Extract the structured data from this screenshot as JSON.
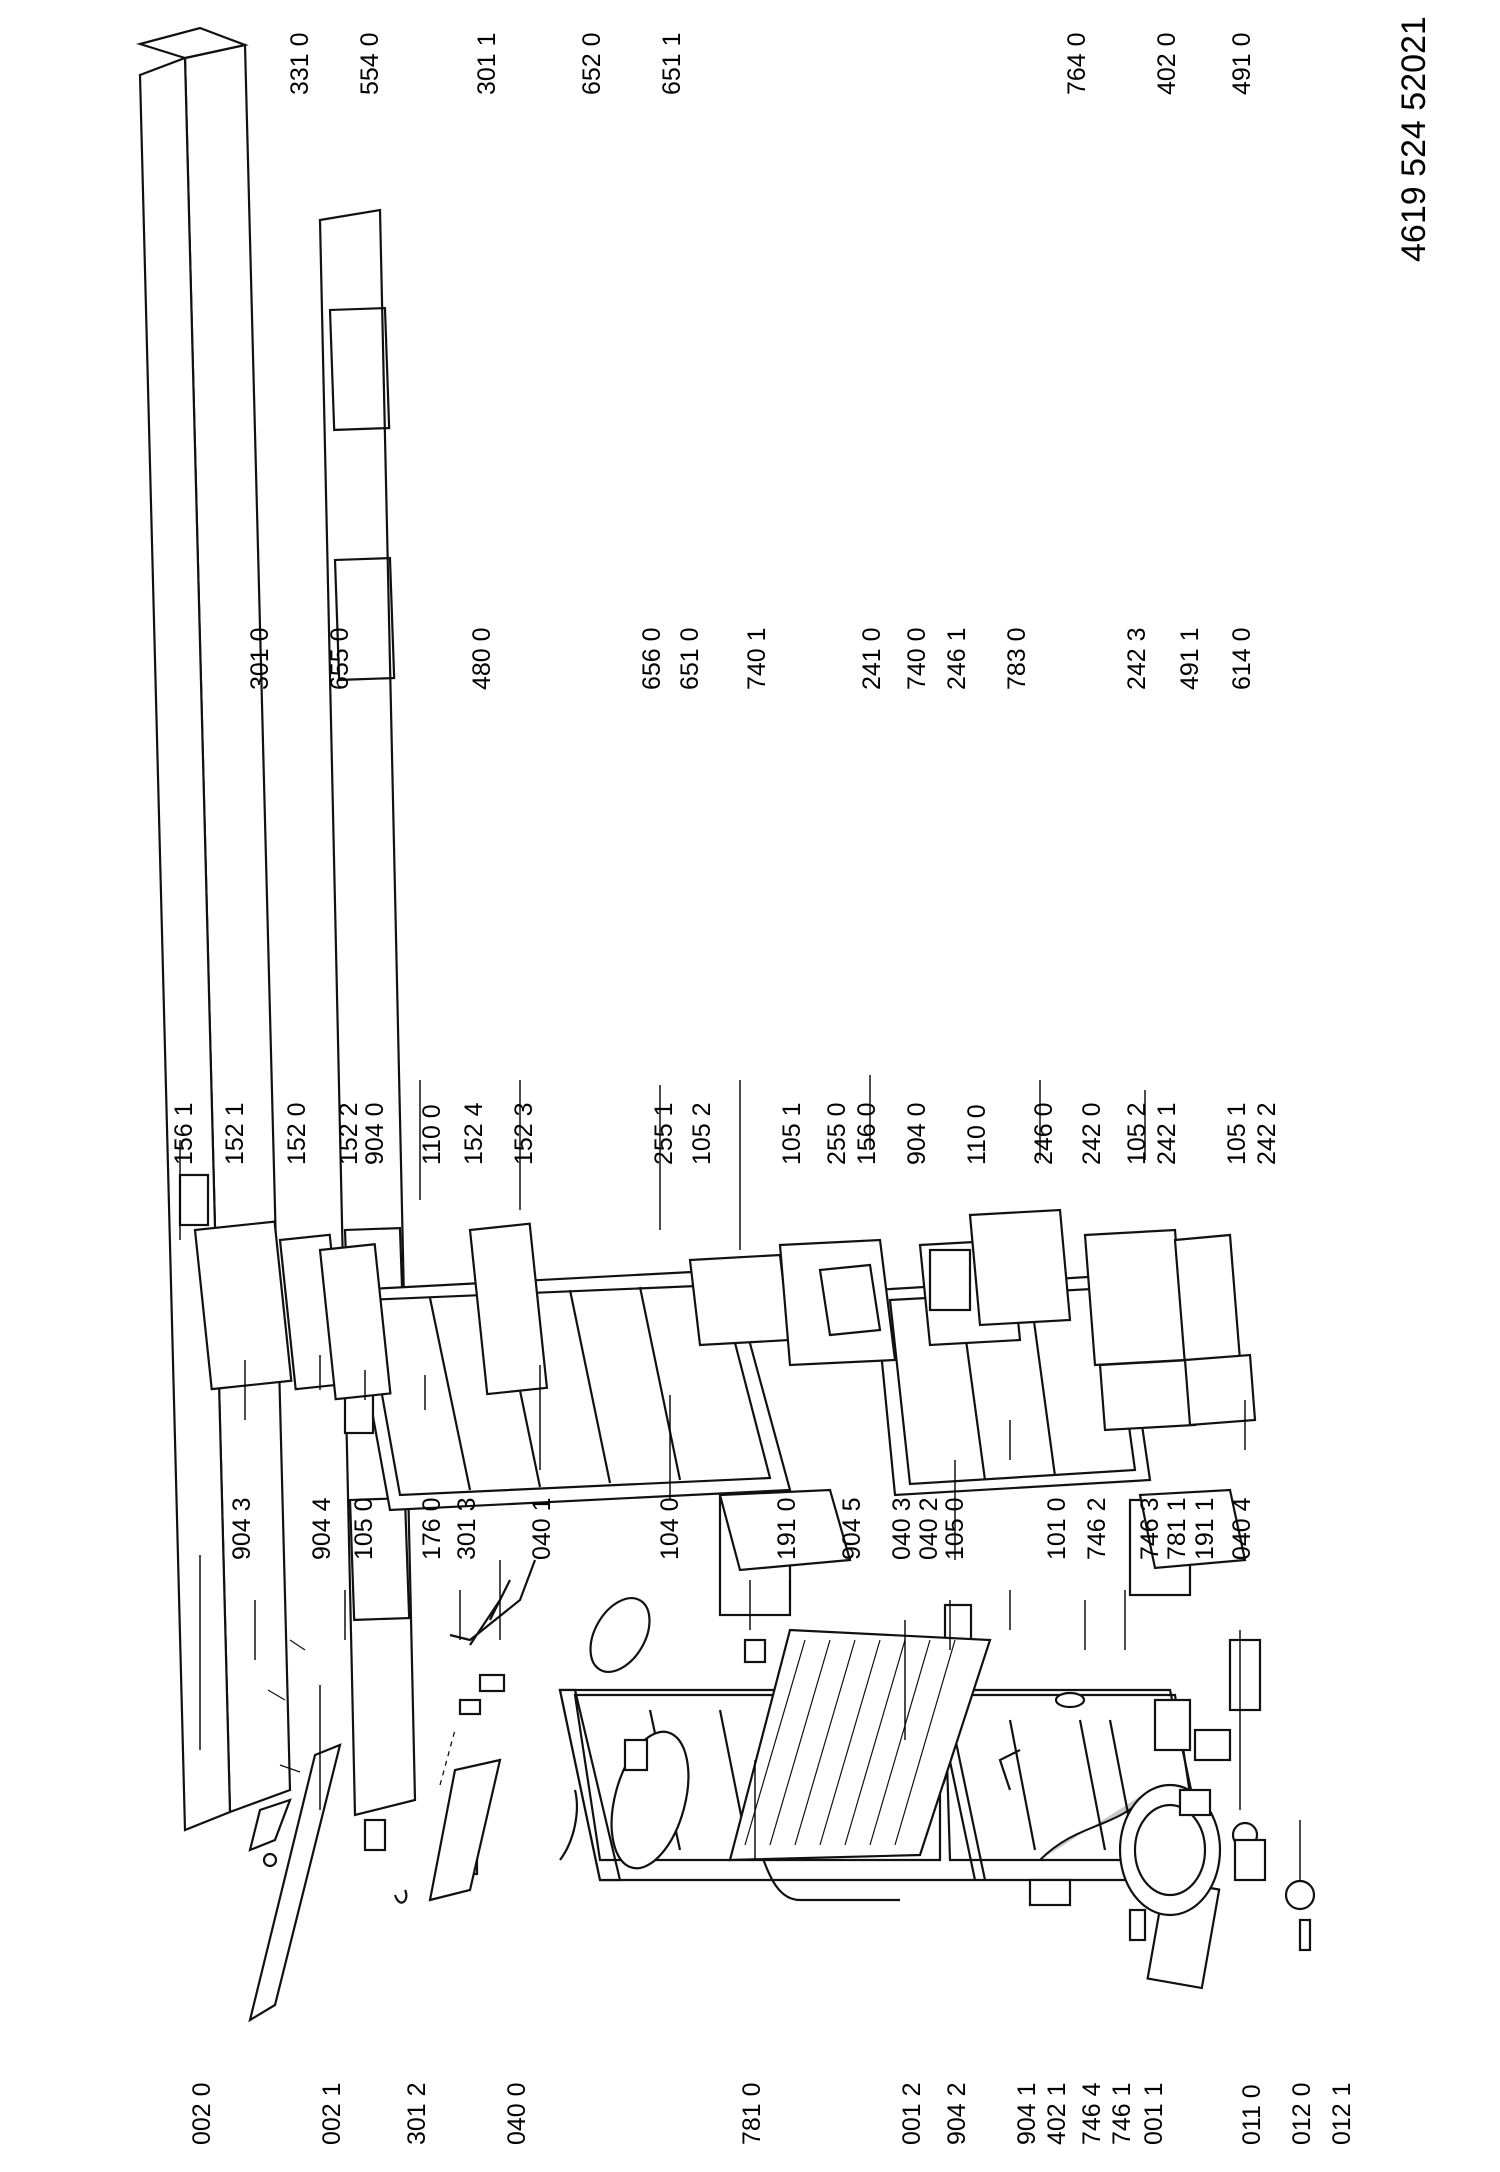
{
  "diagram": {
    "document_code": "4619 524 52021",
    "parts": [
      {
        "id": "002-0",
        "label": "002 0"
      },
      {
        "id": "002-1",
        "label": "002 1"
      },
      {
        "id": "301-2",
        "label": "301 2"
      },
      {
        "id": "040-0",
        "label": "040 0"
      },
      {
        "id": "781-0",
        "label": "781 0"
      },
      {
        "id": "001-2",
        "label": "001 2"
      },
      {
        "id": "904-2",
        "label": "904 2"
      },
      {
        "id": "904-1",
        "label": "904 1"
      },
      {
        "id": "402-1",
        "label": "402 1"
      },
      {
        "id": "746-4",
        "label": "746 4"
      },
      {
        "id": "746-1",
        "label": "746 1"
      },
      {
        "id": "001-1",
        "label": "001 1"
      },
      {
        "id": "011-0",
        "label": "011 0"
      },
      {
        "id": "012-0",
        "label": "012 0"
      },
      {
        "id": "012-1",
        "label": "012 1"
      },
      {
        "id": "904-3",
        "label": "904 3"
      },
      {
        "id": "904-4",
        "label": "904 4"
      },
      {
        "id": "105-0a",
        "label": "105 0"
      },
      {
        "id": "176-0",
        "label": "176 0"
      },
      {
        "id": "301-3",
        "label": "301 3"
      },
      {
        "id": "040-1",
        "label": "040 1"
      },
      {
        "id": "104-0",
        "label": "104 0"
      },
      {
        "id": "191-0",
        "label": "191 0"
      },
      {
        "id": "904-5",
        "label": "904 5"
      },
      {
        "id": "040-3",
        "label": "040 3"
      },
      {
        "id": "040-2",
        "label": "040 2"
      },
      {
        "id": "105-0b",
        "label": "105 0"
      },
      {
        "id": "101-0",
        "label": "101 0"
      },
      {
        "id": "746-2",
        "label": "746 2"
      },
      {
        "id": "746-3",
        "label": "746 3"
      },
      {
        "id": "781-1",
        "label": "781 1"
      },
      {
        "id": "191-1",
        "label": "191 1"
      },
      {
        "id": "040-4",
        "label": "040 4"
      },
      {
        "id": "156-1",
        "label": "156 1"
      },
      {
        "id": "152-1",
        "label": "152 1"
      },
      {
        "id": "152-0",
        "label": "152 0"
      },
      {
        "id": "152-2",
        "label": "152 2"
      },
      {
        "id": "904-0a",
        "label": "904 0"
      },
      {
        "id": "110-0a",
        "label": "110 0"
      },
      {
        "id": "152-4",
        "label": "152 4"
      },
      {
        "id": "152-3",
        "label": "152 3"
      },
      {
        "id": "255-1",
        "label": "255 1"
      },
      {
        "id": "105-2a",
        "label": "105 2"
      },
      {
        "id": "105-1a",
        "label": "105 1"
      },
      {
        "id": "255-0",
        "label": "255 0"
      },
      {
        "id": "156-0",
        "label": "156 0"
      },
      {
        "id": "904-0b",
        "label": "904 0"
      },
      {
        "id": "110-0b",
        "label": "110 0"
      },
      {
        "id": "246-0",
        "label": "246 0"
      },
      {
        "id": "242-0",
        "label": "242 0"
      },
      {
        "id": "105-2b",
        "label": "105 2"
      },
      {
        "id": "242-1",
        "label": "242 1"
      },
      {
        "id": "105-1b",
        "label": "105 1"
      },
      {
        "id": "242-2",
        "label": "242 2"
      },
      {
        "id": "301-0",
        "label": "301 0"
      },
      {
        "id": "655-0",
        "label": "655 0"
      },
      {
        "id": "480-0",
        "label": "480 0"
      },
      {
        "id": "656-0",
        "label": "656 0"
      },
      {
        "id": "651-0",
        "label": "651 0"
      },
      {
        "id": "740-1",
        "label": "740 1"
      },
      {
        "id": "241-0",
        "label": "241 0"
      },
      {
        "id": "740-0",
        "label": "740 0"
      },
      {
        "id": "246-1",
        "label": "246 1"
      },
      {
        "id": "783-0",
        "label": "783 0"
      },
      {
        "id": "242-3",
        "label": "242 3"
      },
      {
        "id": "491-1",
        "label": "491 1"
      },
      {
        "id": "614-0",
        "label": "614 0"
      },
      {
        "id": "331-0",
        "label": "331 0"
      },
      {
        "id": "554-0",
        "label": "554 0"
      },
      {
        "id": "301-1",
        "label": "301 1"
      },
      {
        "id": "652-0",
        "label": "652 0"
      },
      {
        "id": "651-1",
        "label": "651 1"
      },
      {
        "id": "764-0",
        "label": "764 0"
      },
      {
        "id": "402-0",
        "label": "402 0"
      },
      {
        "id": "491-0",
        "label": "491 0"
      }
    ]
  }
}
